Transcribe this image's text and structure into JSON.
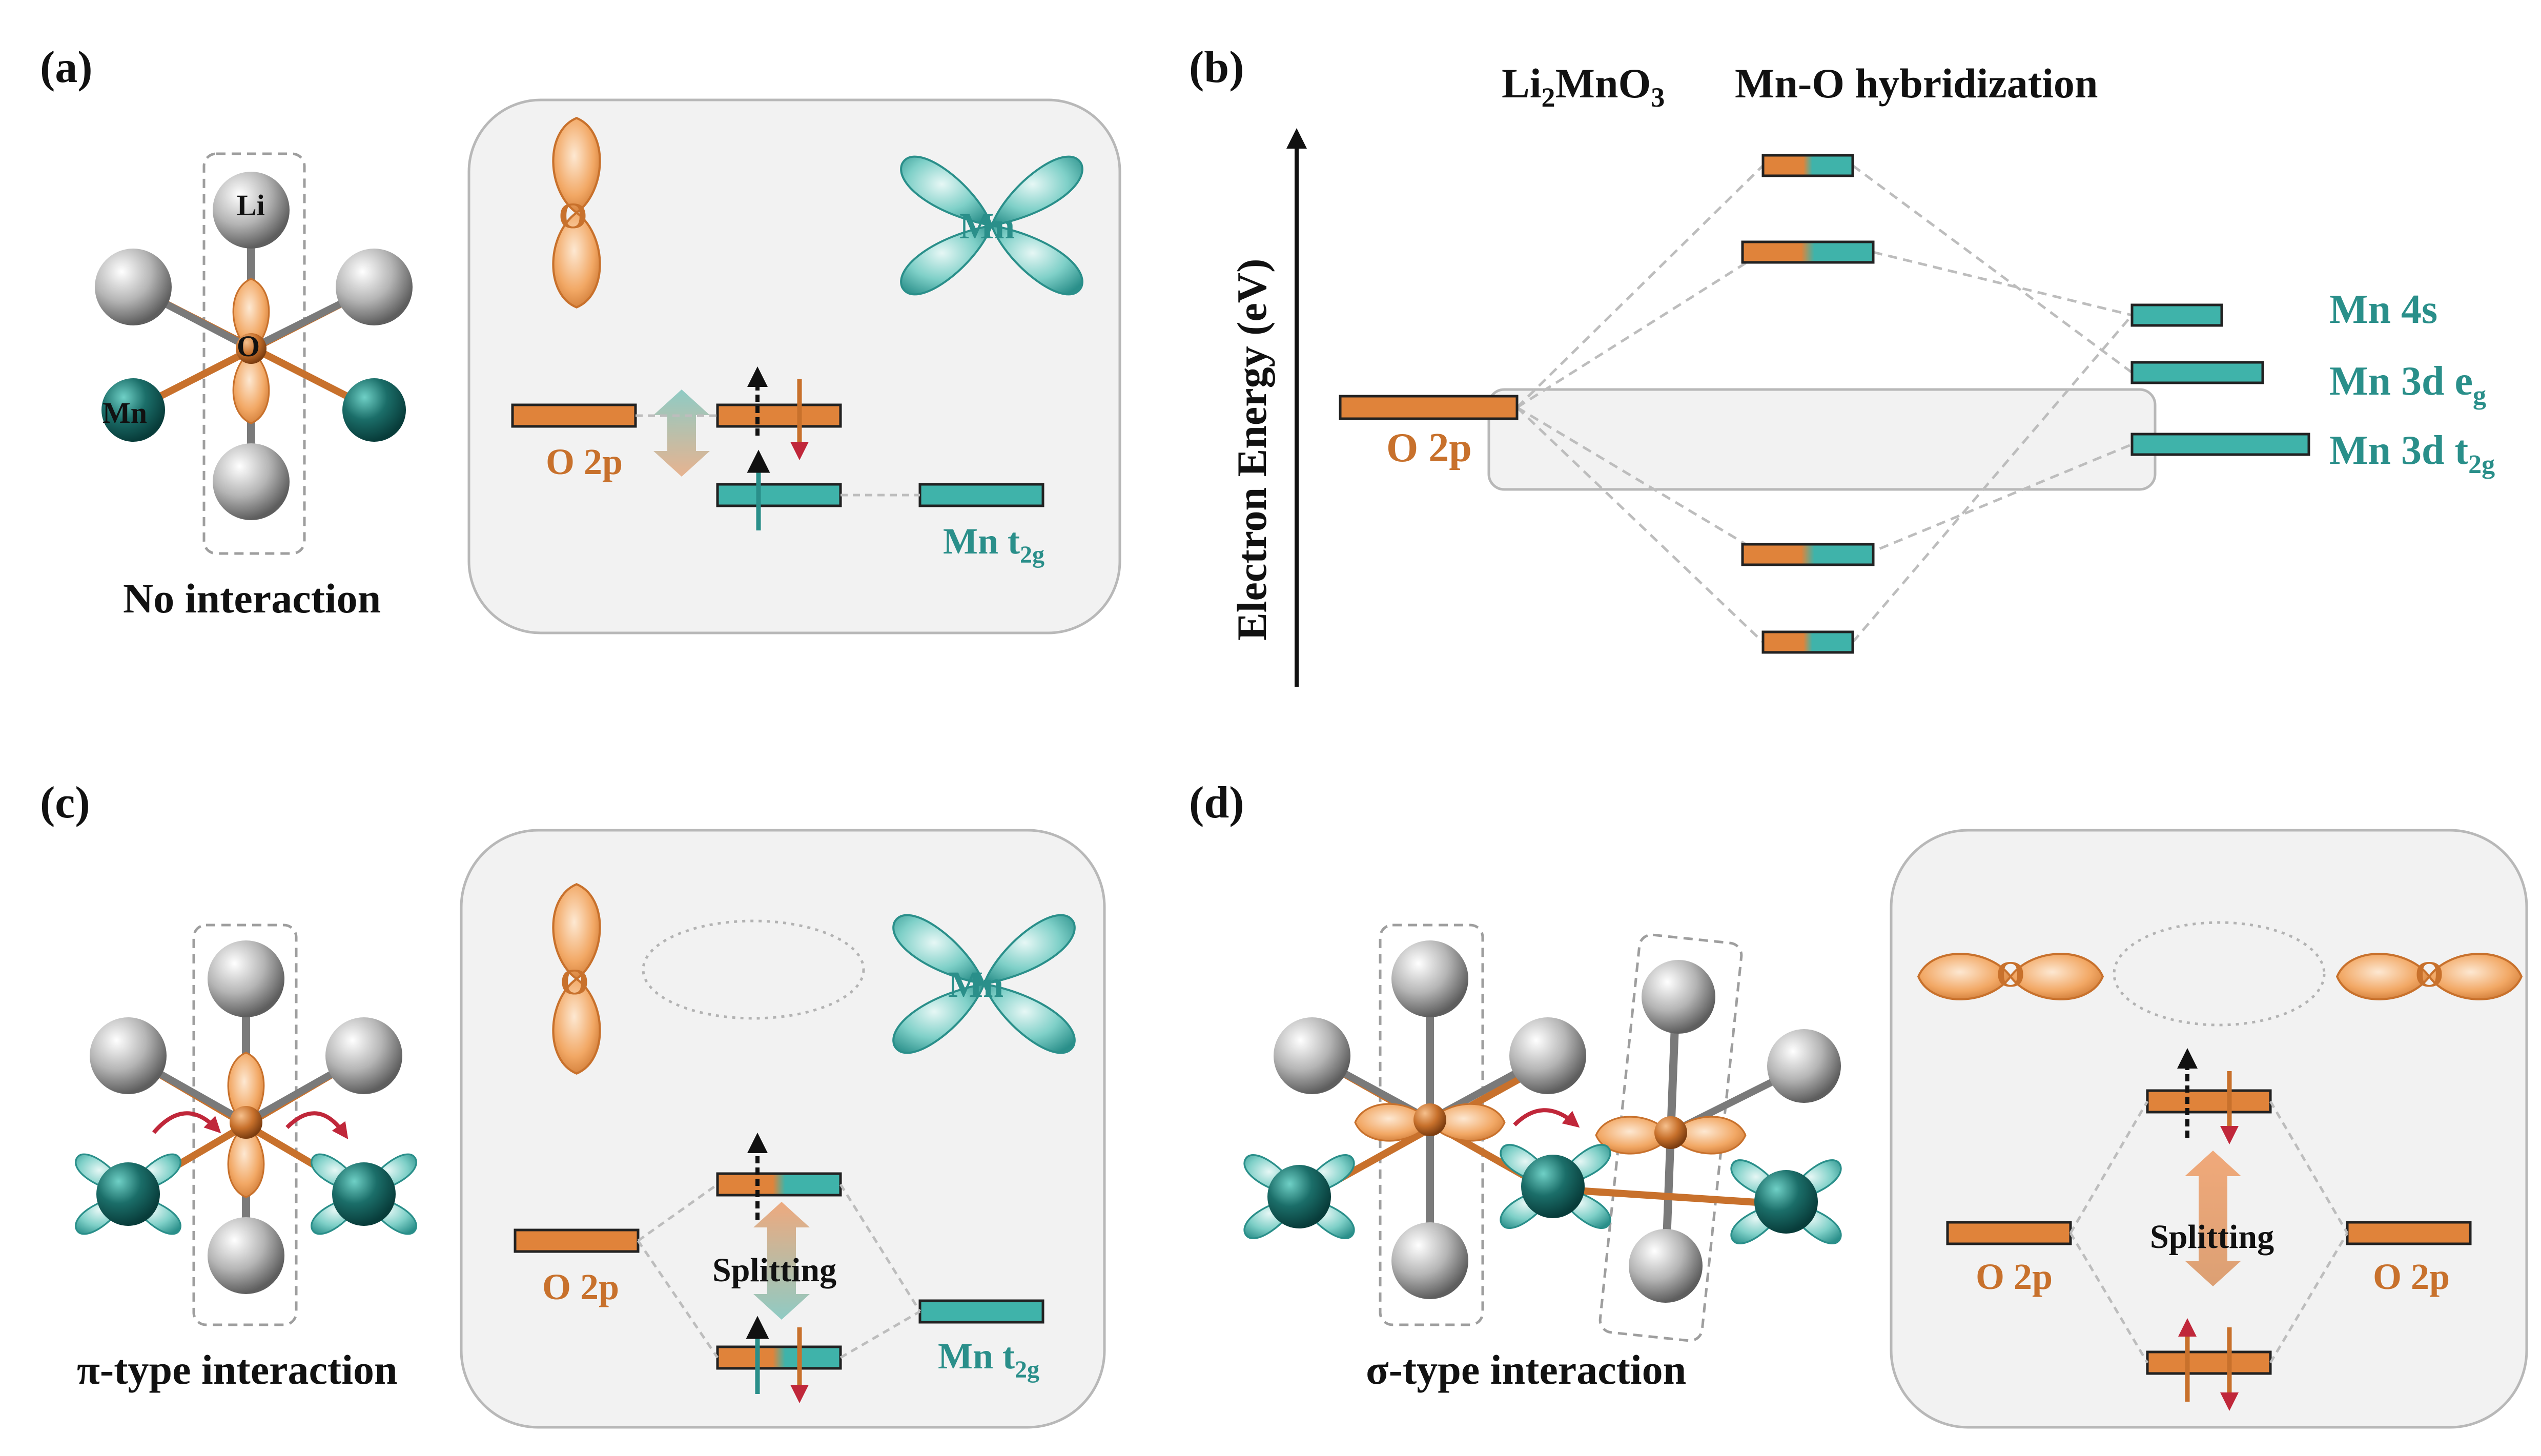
{
  "panels": {
    "a": {
      "tag": "(a)",
      "caption": "No interaction",
      "atom_li": "Li",
      "atom_o": "O",
      "atom_mn": "Mn",
      "orbital_o": "O",
      "orbital_mn": "Mn",
      "level_o2p": "O 2p",
      "level_mn_t2g_main": "Mn t",
      "level_mn_t2g_sub": "2g"
    },
    "b": {
      "tag": "(b)",
      "title_compound_a": "Li",
      "title_compound_a_sub": "2",
      "title_compound_b": "MnO",
      "title_compound_b_sub": "3",
      "title_right": "Mn-O hybridization",
      "axis_label": "Electron Energy (eV)",
      "level_o2p": "O 2p",
      "level_mn4s": "Mn 4s",
      "level_eg_main": "Mn 3d e",
      "level_eg_sub": "g",
      "level_t2g_main": "Mn 3d t",
      "level_t2g_sub": "2g"
    },
    "c": {
      "tag": "(c)",
      "caption": "π-type interaction",
      "orbital_o": "O",
      "orbital_mn": "Mn",
      "level_o2p": "O 2p",
      "splitting": "Splitting",
      "level_mn_t2g_main": "Mn t",
      "level_mn_t2g_sub": "2g"
    },
    "d": {
      "tag": "(d)",
      "caption": "σ-type interaction",
      "orbital_o_left": "O",
      "orbital_o_right": "O",
      "level_o2p_left": "O 2p",
      "level_o2p_right": "O 2p",
      "splitting": "Splitting"
    }
  },
  "colors": {
    "orange": "#c8712c",
    "teal": "#2a8f8a",
    "panel_bg": "#f2f2f2",
    "panel_border": "#b8b8b8",
    "dash": "#bdbdbd",
    "red_arrow": "#c0273a"
  },
  "icons": [
    "atom-sphere",
    "p-orbital-lobe",
    "d-orbital-clover",
    "spin-up-arrow",
    "spin-down-arrow",
    "double-headed-arrow"
  ]
}
